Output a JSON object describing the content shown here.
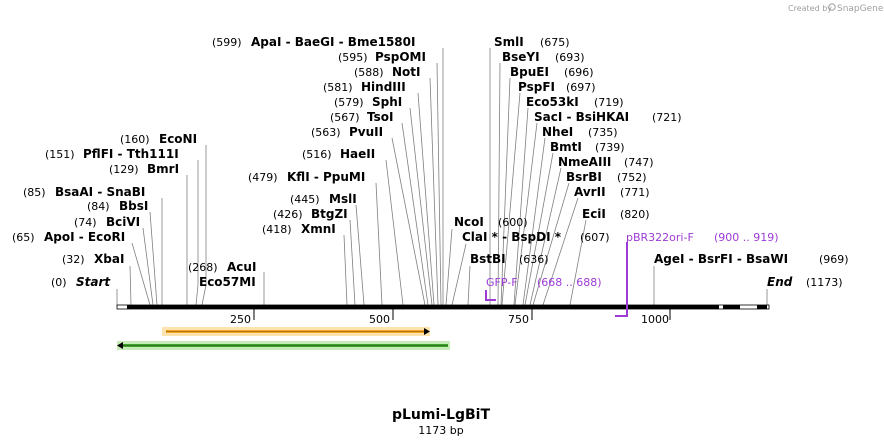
{
  "credit": {
    "prefix": "Created by",
    "brand": "SnapGene"
  },
  "map": {
    "name": "pLumi-LgBiT",
    "length_label": "1173 bp",
    "ticks": [
      "250",
      "500",
      "750",
      "1000"
    ],
    "start_label": "Start",
    "start_pos": "(0)",
    "end_label": "End",
    "end_pos": "(1173)"
  },
  "sites": [
    {
      "pos": "(599)",
      "names": "ApaI  -  BaeGI  -  Bme1580I"
    },
    {
      "pos": "(595)",
      "names": "PspOMI"
    },
    {
      "pos": "(588)",
      "names": "NotI"
    },
    {
      "pos": "(581)",
      "names": "HindIII"
    },
    {
      "pos": "(579)",
      "names": "SphI"
    },
    {
      "pos": "(567)",
      "names": "TsoI"
    },
    {
      "pos": "(563)",
      "names": "PvuII"
    },
    {
      "pos": "(516)",
      "names": "HaeII"
    },
    {
      "pos": "(479)",
      "names": "KflI  -  PpuMI"
    },
    {
      "pos": "(445)",
      "names": "MslI"
    },
    {
      "pos": "(426)",
      "names": "BtgZI"
    },
    {
      "pos": "(418)",
      "names": "XmnI"
    },
    {
      "pos": "(268)",
      "names": "AcuI"
    },
    {
      "pos": "",
      "names": "Eco57MI"
    },
    {
      "pos": "(160)",
      "names": "EcoNI"
    },
    {
      "pos": "(151)",
      "names": "PflFI  -  Tth111I"
    },
    {
      "pos": "(129)",
      "names": "BmrI"
    },
    {
      "pos": "(85)",
      "names": "BsaAI  -  SnaBI"
    },
    {
      "pos": "(84)",
      "names": "BbsI"
    },
    {
      "pos": "(74)",
      "names": "BciVI"
    },
    {
      "pos": "(65)",
      "names": "ApoI  -  EcoRI"
    },
    {
      "pos": "(32)",
      "names": "XbaI"
    },
    {
      "pos": "(675)",
      "names": "SmlI"
    },
    {
      "pos": "(693)",
      "names": "BseYI"
    },
    {
      "pos": "(696)",
      "names": "BpuEI"
    },
    {
      "pos": "(697)",
      "names": "PspFI"
    },
    {
      "pos": "(719)",
      "names": "Eco53kI"
    },
    {
      "pos": "(721)",
      "names": "SacI  -  BsiHKAI"
    },
    {
      "pos": "(735)",
      "names": "NheI"
    },
    {
      "pos": "(739)",
      "names": "BmtI"
    },
    {
      "pos": "(747)",
      "names": "NmeAIII"
    },
    {
      "pos": "(752)",
      "names": "BsrBI"
    },
    {
      "pos": "(771)",
      "names": "AvrII"
    },
    {
      "pos": "(820)",
      "names": "EciI"
    },
    {
      "pos": "(600)",
      "names": "NcoI"
    },
    {
      "pos": "",
      "names": "ClaI *  -  BspDI *"
    },
    {
      "pos": "(607)",
      "names": ""
    },
    {
      "pos": "(636)",
      "names": "BstBI"
    },
    {
      "pos": "(969)",
      "names": "AgeI  -  BsrFI  -  BsaWI"
    }
  ],
  "primers": [
    {
      "name": "GFP-F",
      "range": "(668 .. 688)"
    },
    {
      "name": "pBR322ori-F",
      "range": "(900 .. 919)"
    }
  ],
  "colors": {
    "primer": "#9d3bd6",
    "feature_orange": "#f5a623",
    "feature_green": "#3fa22c",
    "leader": "#7f7f7f",
    "backbone": "#000000"
  }
}
